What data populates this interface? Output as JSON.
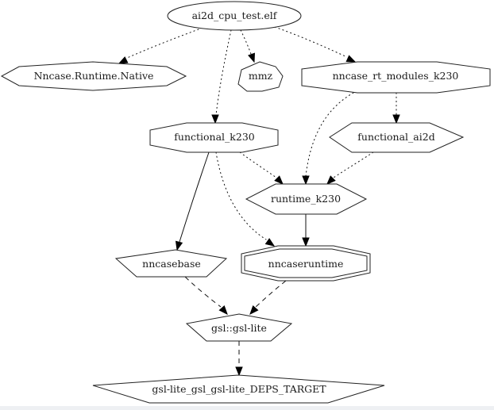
{
  "graph": {
    "nodes": [
      {
        "id": "ai2d_cpu_test",
        "label": "ai2d_cpu_test.elf",
        "shape": "ellipse"
      },
      {
        "id": "nncase_runtime_native",
        "label": "Nncase.Runtime.Native",
        "shape": "hexagon"
      },
      {
        "id": "mmz",
        "label": "mmz",
        "shape": "septagon"
      },
      {
        "id": "nncase_rt_modules_k230",
        "label": "nncase_rt_modules_k230",
        "shape": "octagon"
      },
      {
        "id": "functional_k230",
        "label": "functional_k230",
        "shape": "octagon"
      },
      {
        "id": "functional_ai2d",
        "label": "functional_ai2d",
        "shape": "hexagon"
      },
      {
        "id": "runtime_k230",
        "label": "runtime_k230",
        "shape": "hexagon"
      },
      {
        "id": "nncasebase",
        "label": "nncasebase",
        "shape": "pentagon"
      },
      {
        "id": "nncaseruntime",
        "label": "nncaseruntime",
        "shape": "doubleoctagon"
      },
      {
        "id": "gsl_gsl_lite",
        "label": "gsl::gsl-lite",
        "shape": "pentagon"
      },
      {
        "id": "gsl_lite_deps_target",
        "label": "gsl-lite_gsl_gsl-lite_DEPS_TARGET",
        "shape": "hexagon"
      }
    ],
    "edges": [
      {
        "from": "ai2d_cpu_test",
        "to": "nncase_runtime_native",
        "style": "dotted"
      },
      {
        "from": "ai2d_cpu_test",
        "to": "functional_k230",
        "style": "dotted"
      },
      {
        "from": "ai2d_cpu_test",
        "to": "mmz",
        "style": "dotted"
      },
      {
        "from": "ai2d_cpu_test",
        "to": "nncase_rt_modules_k230",
        "style": "dotted"
      },
      {
        "from": "nncase_rt_modules_k230",
        "to": "runtime_k230",
        "style": "dotted"
      },
      {
        "from": "nncase_rt_modules_k230",
        "to": "functional_ai2d",
        "style": "dotted"
      },
      {
        "from": "functional_k230",
        "to": "runtime_k230",
        "style": "dotted"
      },
      {
        "from": "functional_k230",
        "to": "nncasebase",
        "style": "solid"
      },
      {
        "from": "functional_k230",
        "to": "nncaseruntime",
        "style": "dotted"
      },
      {
        "from": "functional_ai2d",
        "to": "runtime_k230",
        "style": "dotted"
      },
      {
        "from": "runtime_k230",
        "to": "nncaseruntime",
        "style": "solid"
      },
      {
        "from": "nncasebase",
        "to": "gsl_gsl_lite",
        "style": "dashed"
      },
      {
        "from": "nncaseruntime",
        "to": "gsl_gsl_lite",
        "style": "dashed"
      },
      {
        "from": "gsl_gsl_lite",
        "to": "gsl_lite_deps_target",
        "style": "dashed"
      }
    ]
  }
}
